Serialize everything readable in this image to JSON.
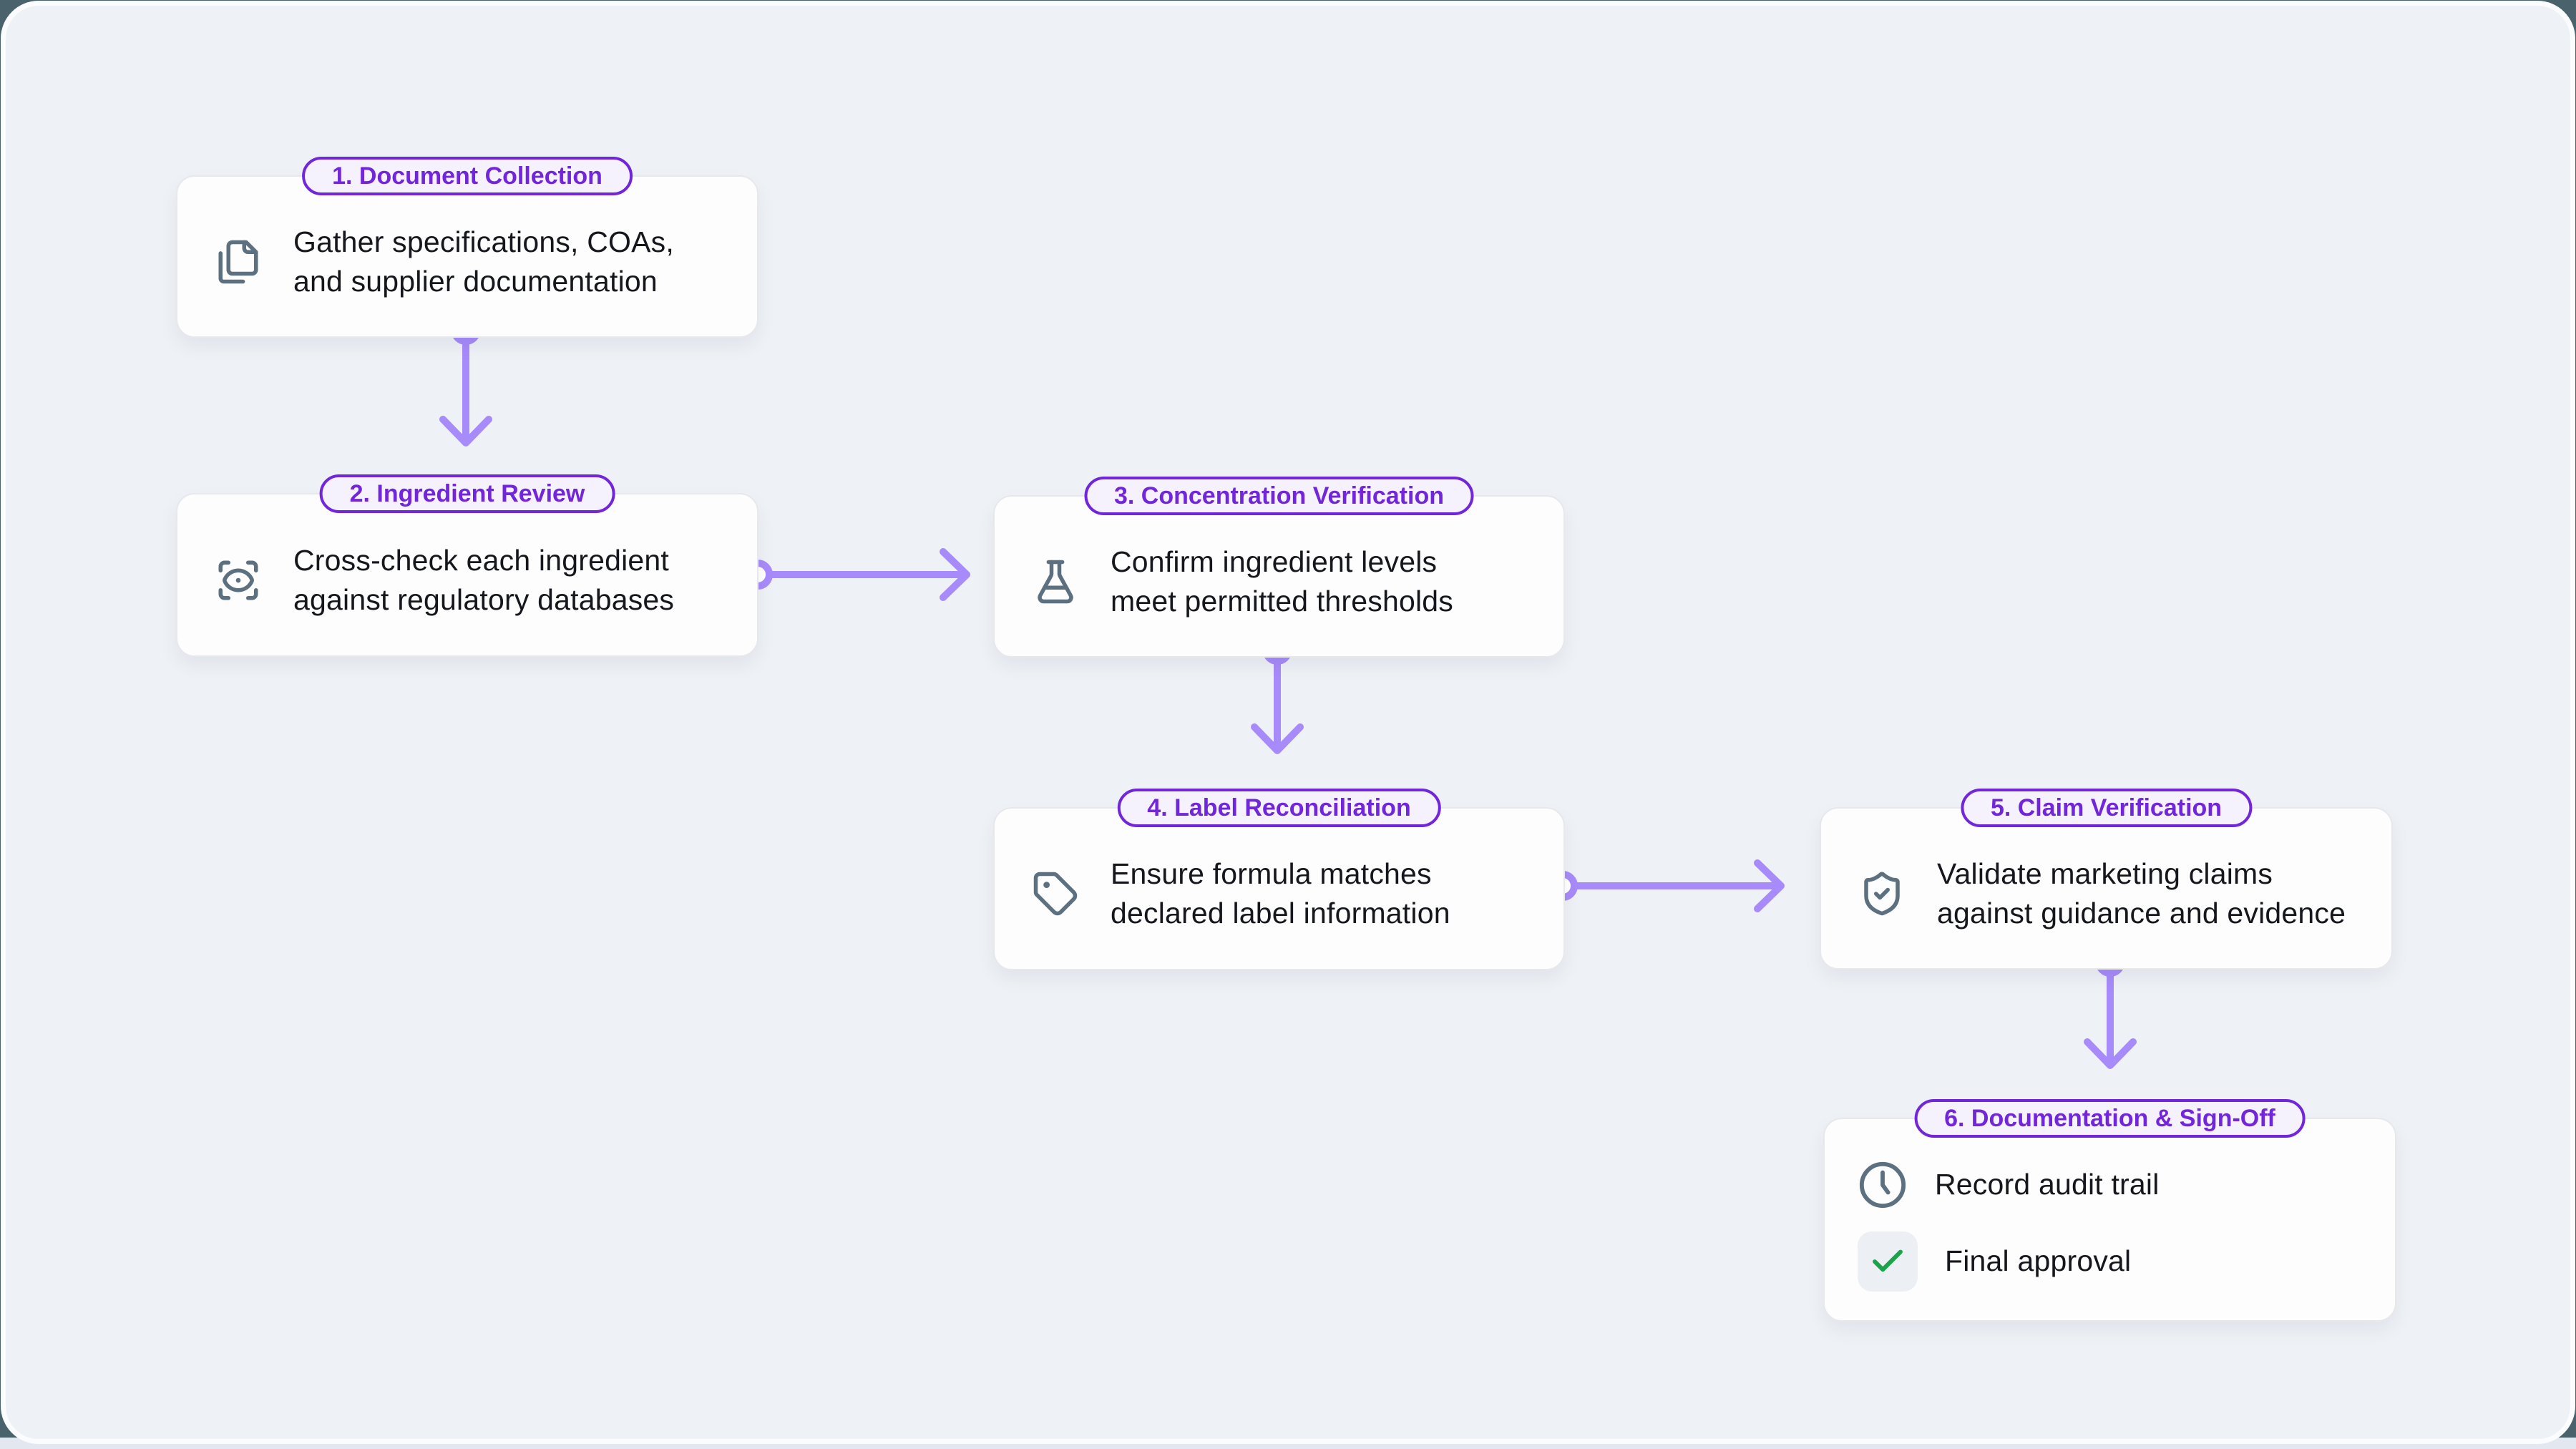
{
  "page": {
    "background_outer": "#4a626c",
    "canvas_background": "#eef1f6",
    "bottom_strip": "#e3e7ef"
  },
  "colors": {
    "badge_purple": "#7226db",
    "badge_fill": "#f6f2fd",
    "arrow_purple": "#a78bfa",
    "icon_slate": "#5d7080",
    "check_green": "#1aa34a",
    "text_dark": "#15171c",
    "card_white": "#fdfdfe"
  },
  "flow": {
    "steps": [
      {
        "badge": "1. Document Collection",
        "icon": "files-icon",
        "description": "Gather specifications, COAs,\nand supplier documentation"
      },
      {
        "badge": "2. Ingredient Review",
        "icon": "scan-eye-icon",
        "description": "Cross-check each ingredient\nagainst regulatory databases"
      },
      {
        "badge": "3. Concentration Verification",
        "icon": "flask-icon",
        "description": "Confirm ingredient levels\nmeet permitted thresholds"
      },
      {
        "badge": "4. Label Reconciliation",
        "icon": "tag-icon",
        "description": "Ensure formula matches\ndeclared label information"
      },
      {
        "badge": "5. Claim Verification",
        "icon": "shield-check-icon",
        "description": "Validate marketing claims\nagainst guidance and evidence"
      },
      {
        "badge": "6. Documentation & Sign-Off",
        "items": [
          {
            "icon": "clock-icon",
            "label": "Record audit trail"
          },
          {
            "icon": "check-icon",
            "label": "Final approval"
          }
        ]
      }
    ]
  }
}
